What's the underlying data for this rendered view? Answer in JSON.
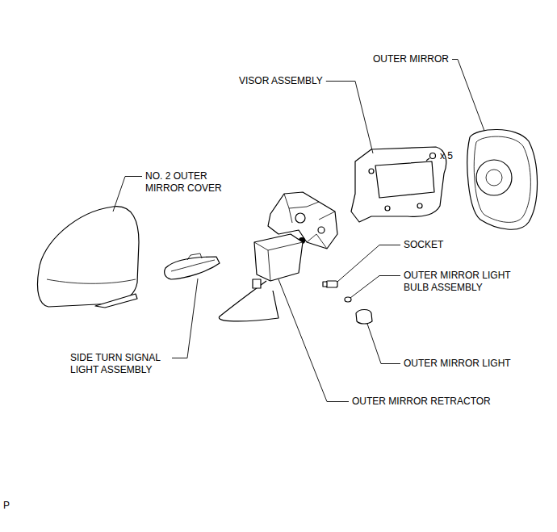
{
  "diagram": {
    "labels": [
      "OUTER MIRROR",
      "VISOR ASSEMBLY",
      "x 5",
      "NO. 2 OUTER MIRROR COVER",
      "SOCKET",
      "OUTER MIRROR LIGHT BULB ASSEMBLY",
      "OUTER MIRROR LIGHT",
      "SIDE TURN SIGNAL LIGHT ASSEMBLY",
      "OUTER MIRROR RETRACTOR",
      "P"
    ]
  }
}
